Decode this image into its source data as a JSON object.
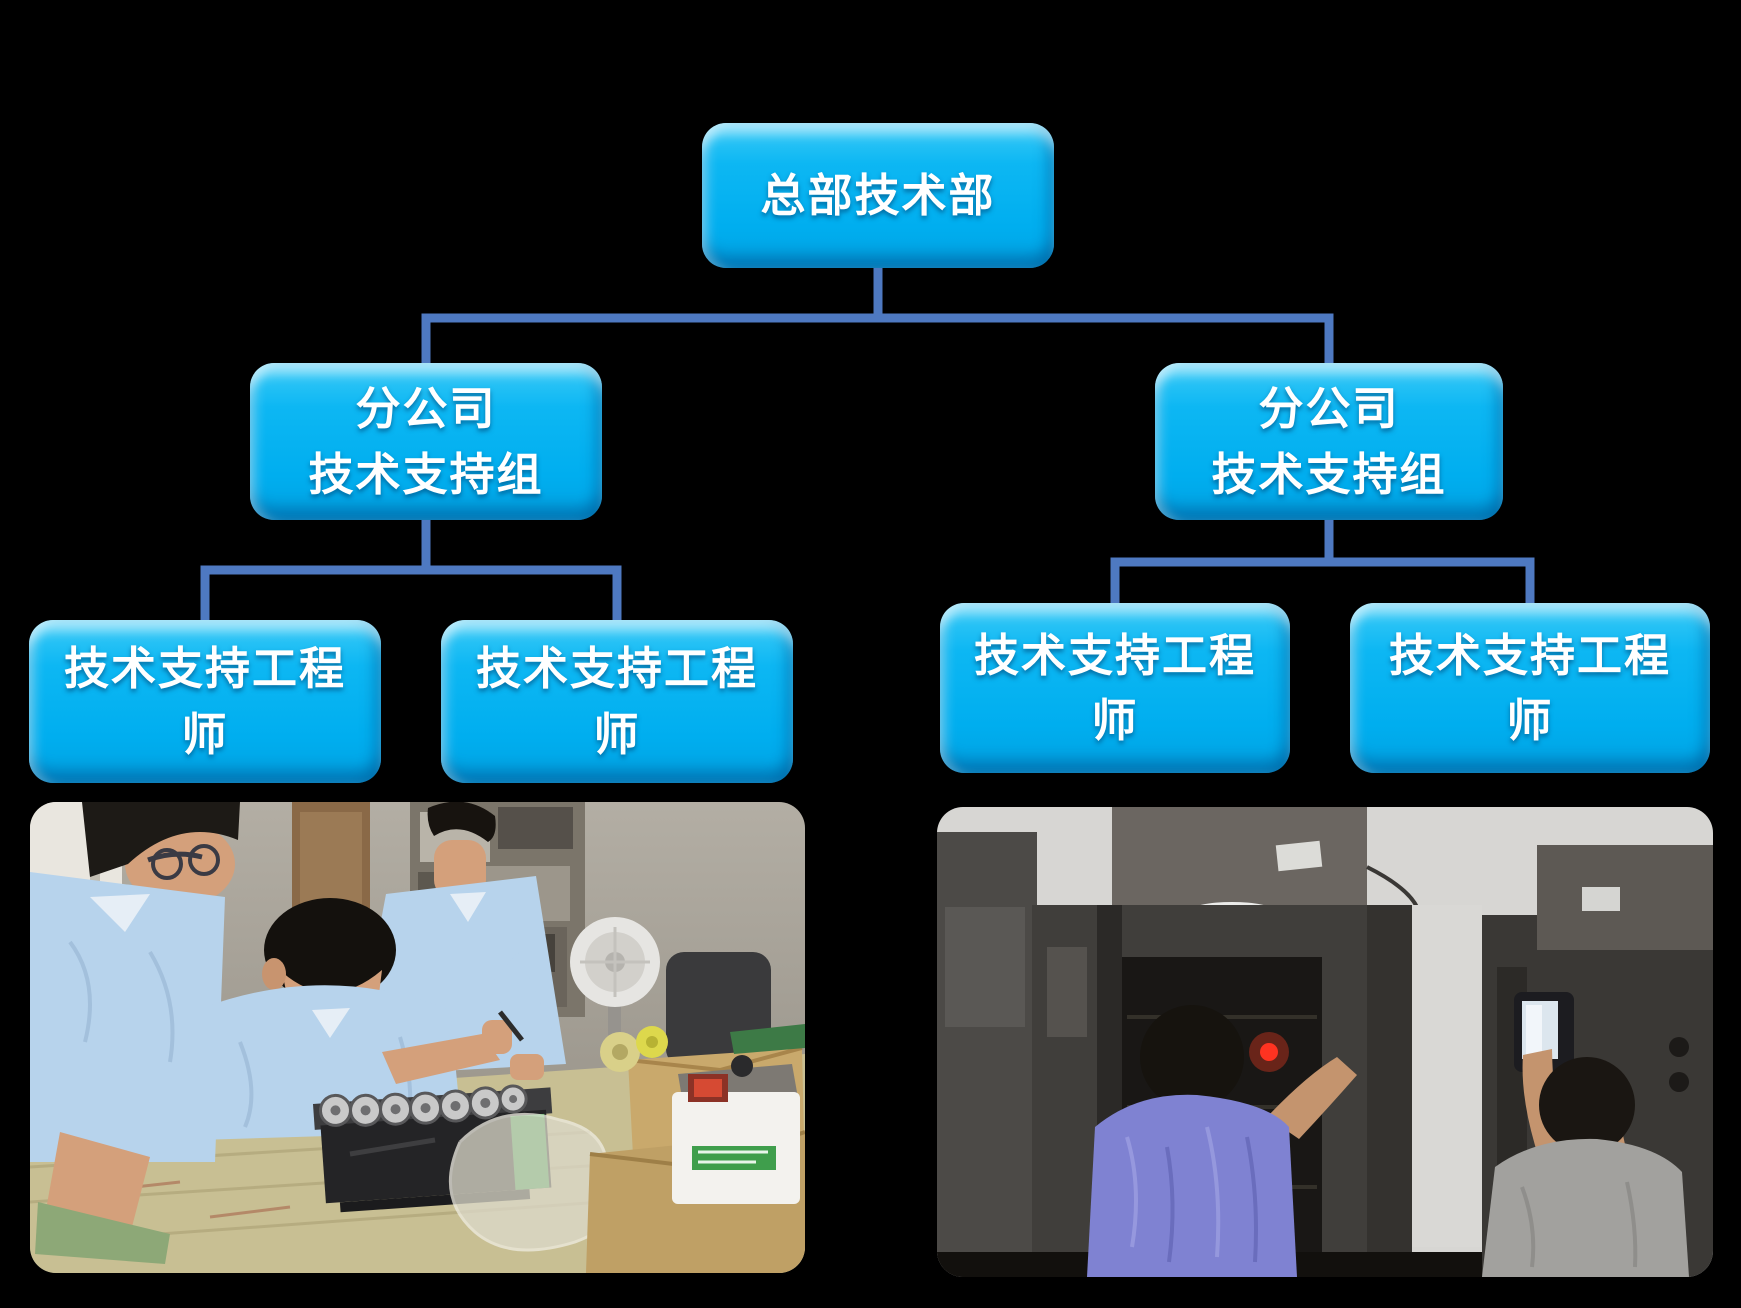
{
  "org_chart": {
    "nodes": [
      {
        "id": "root",
        "level": 1,
        "label": "总部技术部"
      },
      {
        "id": "branch_left",
        "level": 2,
        "label": "分公司\n技术支持组"
      },
      {
        "id": "branch_right",
        "level": 2,
        "label": "分公司\n技术支持组"
      },
      {
        "id": "engineer_1",
        "level": 3,
        "label": "技术支持工程师"
      },
      {
        "id": "engineer_2",
        "level": 3,
        "label": "技术支持工程师"
      },
      {
        "id": "engineer_3",
        "level": 3,
        "label": "技术支持工程师"
      },
      {
        "id": "engineer_4",
        "level": 3,
        "label": "技术支持工程师"
      }
    ],
    "edges": [
      [
        "root",
        "branch_left"
      ],
      [
        "root",
        "branch_right"
      ],
      [
        "branch_left",
        "engineer_1"
      ],
      [
        "branch_left",
        "engineer_2"
      ],
      [
        "branch_right",
        "engineer_3"
      ],
      [
        "branch_right",
        "engineer_4"
      ]
    ]
  },
  "photos": [
    {
      "id": "workbench",
      "description": "three technicians in light-blue shirts repairing a metal bill-handling module at a cluttered workbench"
    },
    {
      "id": "cabinets",
      "description": "two technicians servicing dark equipment cabinets; one reaches inside an open door with a red indicator light, the other photographs it with a smartphone"
    }
  ],
  "colors": {
    "background": "#000000",
    "node_fill": "#00aeef",
    "node_fill_highlight": "#3ccbf7",
    "node_text": "#ffffff",
    "connector": "#4e79c1"
  }
}
